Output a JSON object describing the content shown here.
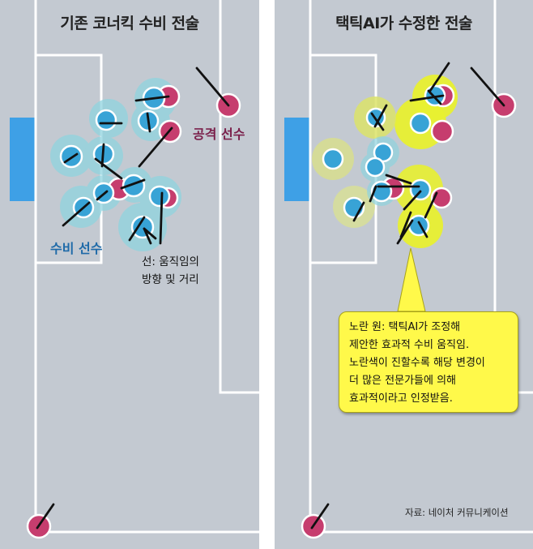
{
  "left_panel": {
    "title": "기존 코너킥 수비 전술",
    "attacker_label": "공격 선수",
    "defender_label": "수비 선수",
    "line_note": [
      "선: 움직임의",
      "방향 및 거리"
    ]
  },
  "right_panel": {
    "title": "택틱AI가 수정한 전술",
    "callout": [
      "노란 원: 택틱AI가 조정해",
      "제안한 효과적 수비 움직임.",
      "노란색이 진할수록 해당 변경이",
      "더 많은 전문가들에 의해",
      "효과적이라고 인정받음."
    ]
  },
  "source": "자료: 네이처 커뮤니케이션",
  "colors": {
    "pitch": "#c3c9d1",
    "goal": "#3ea0e6",
    "attacker": "#c63d6e",
    "defender": "#38a3d6",
    "halo_blue": "#8fd4df",
    "highlight": "#e8f030",
    "callout_bg": "#fff94a"
  }
}
